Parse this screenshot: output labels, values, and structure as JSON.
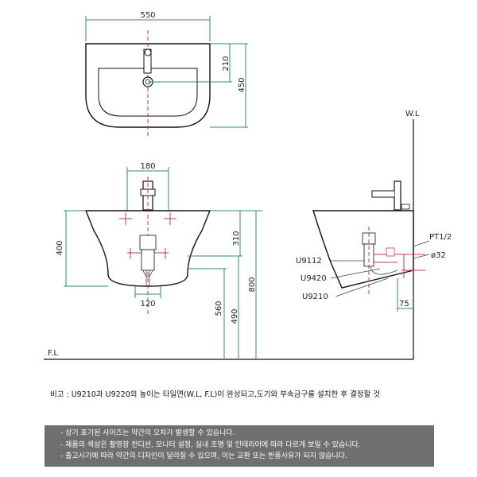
{
  "dimensions": {
    "width_550": "550",
    "height_450": "450",
    "depth_210": "210",
    "gap_180": "180",
    "height_400": "400",
    "height_310": "310",
    "height_800": "800",
    "width_120": "120",
    "height_560": "560",
    "height_490": "490",
    "offset_75": "75"
  },
  "labels": {
    "wl": "W.L",
    "fl": "F.L",
    "pt": "PT1/2",
    "dia": "ø32",
    "u9112": "U9112",
    "u9420": "U9420",
    "u9210": "U9210"
  },
  "remark": "비고 : U9210과 U9220의 높이는 타일면(W.L, F.L)이 완성되고,도기와 부속금구를 설치한 후 결정할 것",
  "notices": [
    "- 상기 표기된 사이즈는 약간의 오차가 발생할 수 있습니다.",
    "- 제품의 색상은 촬영장 컨디션, 모니터 설정, 실내 조명 및 인테리어에 따라 다르게 보일 수 있습니다.",
    "- 출고시기에 따라 약간의 디자인이 달라질 수 있으며, 이는 교환 또는 반품사유가 되지 않습니다."
  ],
  "colors": {
    "dimension": "#2e8b7a",
    "centerline": "#c23b4a",
    "notice_bg": "#6f6f6f"
  }
}
